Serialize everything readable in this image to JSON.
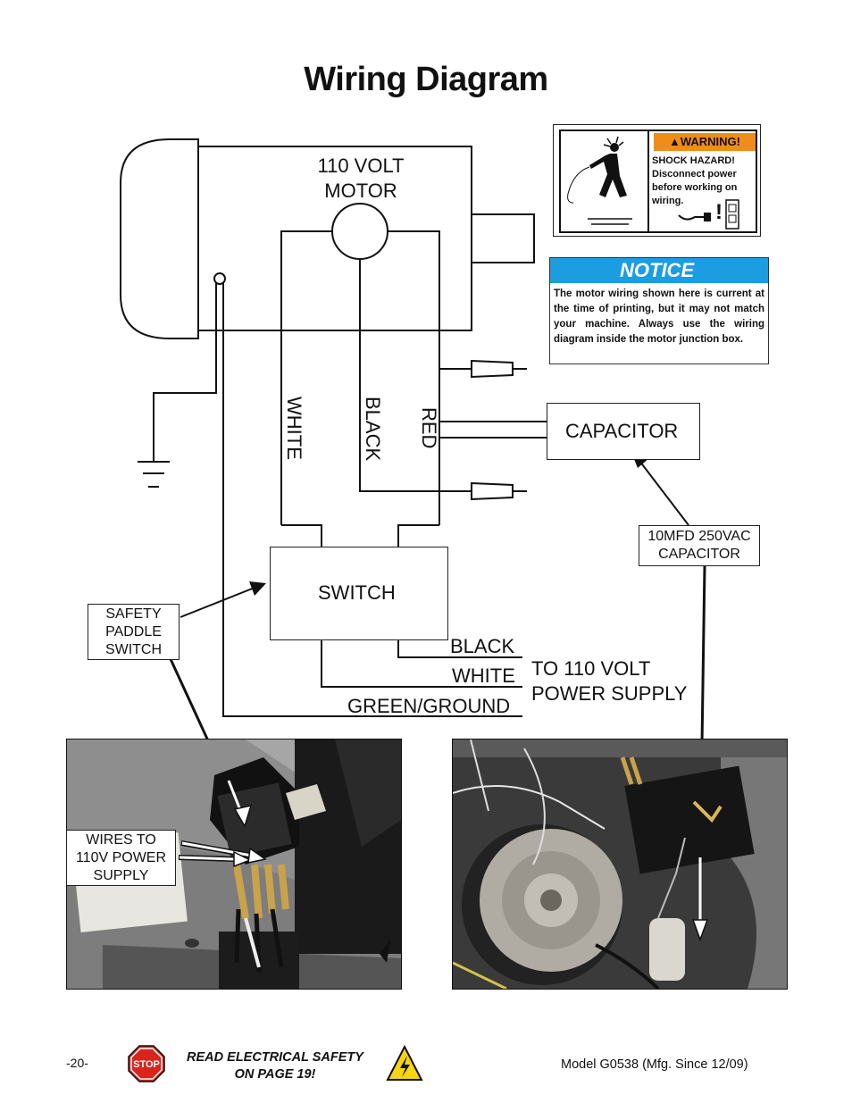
{
  "title": "Wiring Diagram",
  "motor": {
    "label_line1": "110 VOLT",
    "label_line2": "MOTOR"
  },
  "wires": {
    "white": "WHITE",
    "black": "BLACK",
    "red": "RED"
  },
  "capacitor": {
    "label": "CAPACITOR",
    "callout_line1": "10MFD 250VAC",
    "callout_line2": "CAPACITOR"
  },
  "switch": {
    "label": "SWITCH",
    "callout_line1": "SAFETY",
    "callout_line2": "PADDLE",
    "callout_line3": "SWITCH"
  },
  "supply": {
    "black": "BLACK",
    "white": "WHITE",
    "ground": "GREEN/GROUND",
    "label_line1": "TO 110 VOLT",
    "label_line2": "POWER SUPPLY"
  },
  "warning_label": {
    "header": "WARNING!",
    "line1": "SHOCK HAZARD!",
    "line2": "Disconnect power",
    "line3": "before working on",
    "line4": "wiring."
  },
  "notice": {
    "header": "NOTICE",
    "text": "The motor wiring shown here is current at the time of printing, but it may not match your machine. Always use the wiring diagram inside the motor junction box."
  },
  "photo_callout": {
    "line1": "WIRES TO",
    "line2": "110V POWER",
    "line3": "SUPPLY"
  },
  "footer": {
    "page": "-20-",
    "stop": "STOP",
    "warning_line1": "READ ELECTRICAL SAFETY",
    "warning_line2": "ON PAGE 19!",
    "model": "Model G0538 (Mfg. Since 12/09)"
  }
}
